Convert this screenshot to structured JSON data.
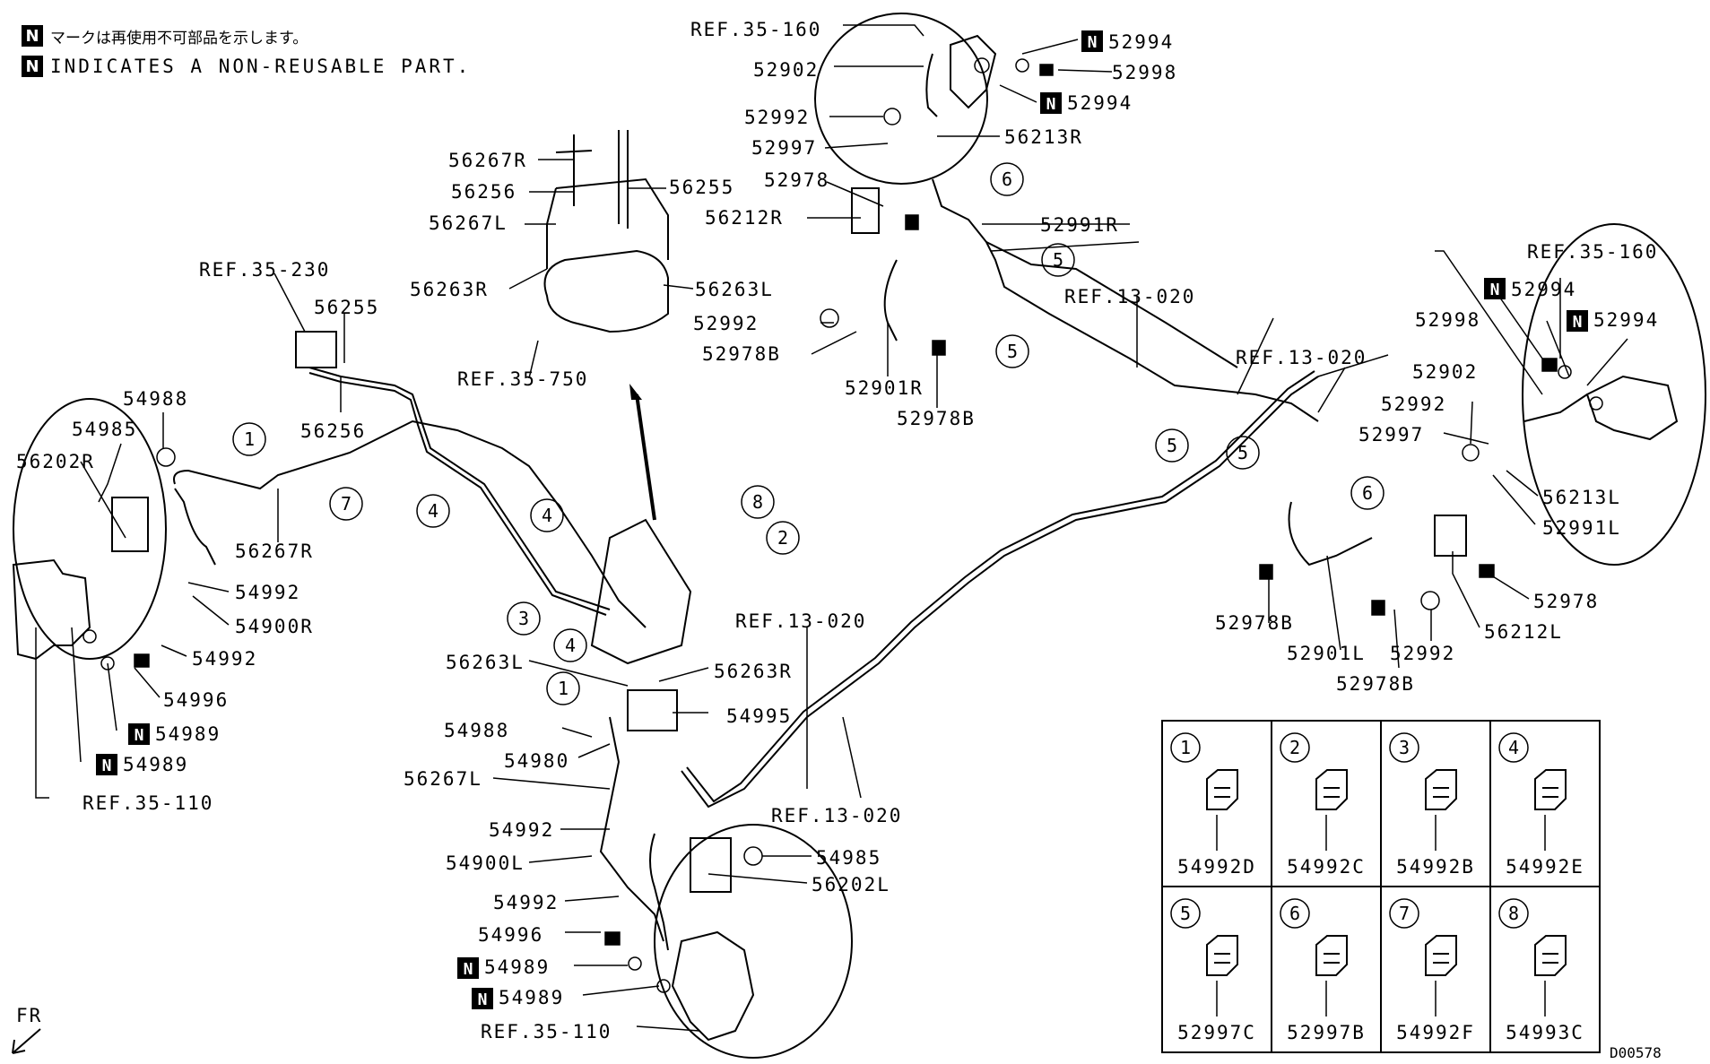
{
  "notes": {
    "japanese": "マークは再使用不可部品を示します。",
    "english": "INDICATES A NON-REUSABLE PART.",
    "badge": "N"
  },
  "diagram_code": "D00578",
  "orientation": "FR",
  "refs": {
    "r35_160_top": "REF.35-160",
    "r35_160_right": "REF.35-160",
    "r35_230": "REF.35-230",
    "r35_750": "REF.35-750",
    "r35_110_left": "REF.35-110",
    "r35_110_bottom": "REF.35-110",
    "r13_020_a": "REF.13-020",
    "r13_020_b": "REF.13-020",
    "r13_020_c": "REF.13-020",
    "r13_020_d": "REF.13-020"
  },
  "labels": {
    "p52902_top": "52902",
    "p52994_a": "52994",
    "p52998_top": "52998",
    "p52994_b": "52994",
    "p52992_t1": "52992",
    "p52997_top": "52997",
    "p56213R": "56213R",
    "p52978_top": "52978",
    "p56212R": "56212R",
    "p52991R": "52991R",
    "p52992_t2": "52992",
    "p52978B_t1": "52978B",
    "p52901R": "52901R",
    "p52978B_t2": "52978B",
    "p56267R_top": "56267R",
    "p56256_top": "56256",
    "p56267L_top": "56267L",
    "p56263R_top": "56263R",
    "p56255_top": "56255",
    "p56263L_top": "56263L",
    "p56255_left": "56255",
    "p56256_left": "56256",
    "p54988_left": "54988",
    "p54985_left": "54985",
    "p56202R": "56202R",
    "p56267R_mid": "56267R",
    "p54992_l1": "54992",
    "p54900R": "54900R",
    "p54992_l2": "54992",
    "p54996_left": "54996",
    "p54989_l1": "54989",
    "p54989_l2": "54989",
    "p56263L_mid": "56263L",
    "p56263R_mid": "56263R",
    "p54995": "54995",
    "p54988_mid": "54988",
    "p54980": "54980",
    "p56267L_mid": "56267L",
    "p54992_b1": "54992",
    "p54900L": "54900L",
    "p54985_bot": "54985",
    "p56202L": "56202L",
    "p54992_b2": "54992",
    "p54996_bot": "54996",
    "p54989_b1": "54989",
    "p54989_b2": "54989",
    "p52994_r1": "52994",
    "p52994_r2": "52994",
    "p52998_right": "52998",
    "p52902_right": "52902",
    "p52992_r1": "52992",
    "p52997_right": "52997",
    "p56213L": "56213L",
    "p52991L": "52991L",
    "p52978_right": "52978",
    "p56212L": "56212L",
    "p52978B_r1": "52978B",
    "p52901L": "52901L",
    "p52992_r2": "52992",
    "p52978B_r2": "52978B"
  },
  "circles": {
    "c1a": "1",
    "c1b": "1",
    "c2": "2",
    "c3": "3",
    "c4a": "4",
    "c4b": "4",
    "c4c": "4",
    "c5a": "5",
    "c5b": "5",
    "c5c": "5",
    "c5d": "5",
    "c6a": "6",
    "c6b": "6",
    "c7": "7",
    "c8": "8"
  },
  "legend": [
    {
      "num": "1",
      "part": "54992D"
    },
    {
      "num": "2",
      "part": "54992C"
    },
    {
      "num": "3",
      "part": "54992B"
    },
    {
      "num": "4",
      "part": "54992E"
    },
    {
      "num": "5",
      "part": "52997C"
    },
    {
      "num": "6",
      "part": "52997B"
    },
    {
      "num": "7",
      "part": "54992F"
    },
    {
      "num": "8",
      "part": "54993C"
    }
  ]
}
